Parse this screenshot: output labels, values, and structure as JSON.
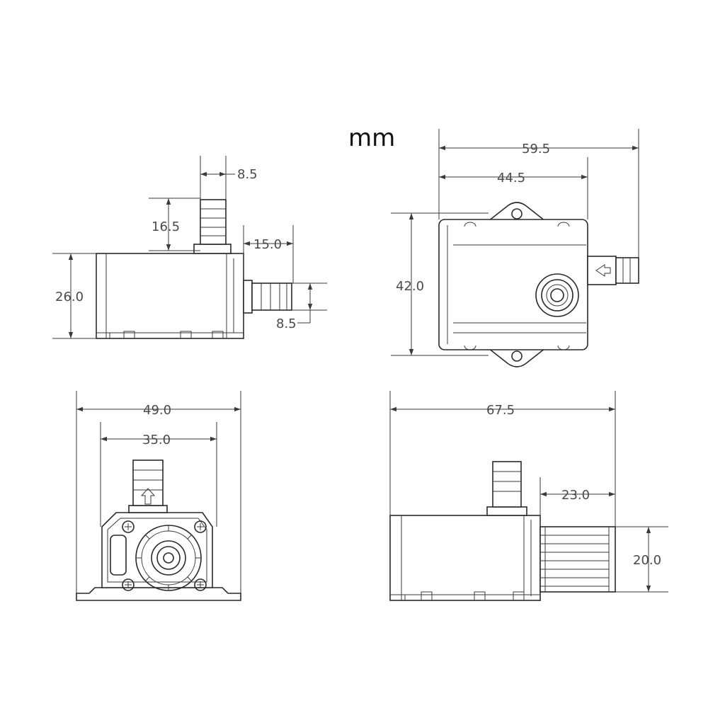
{
  "unit": "mm",
  "side_view": {
    "outlet_width": "8.5",
    "outlet_height": "16.5",
    "inlet_length": "15.0",
    "body_height": "26.0",
    "inlet_diameter": "8.5"
  },
  "top_view": {
    "overall_length": "59.5",
    "body_length": "44.5",
    "width": "42.0"
  },
  "front_view": {
    "base_width": "49.0",
    "body_width": "35.0"
  },
  "side_view_2": {
    "overall_length": "67.5",
    "intake_length": "23.0",
    "intake_diameter": "20.0"
  },
  "colors": {
    "line": "#2a2a2a",
    "dimension_text": "#4a4a4a"
  }
}
